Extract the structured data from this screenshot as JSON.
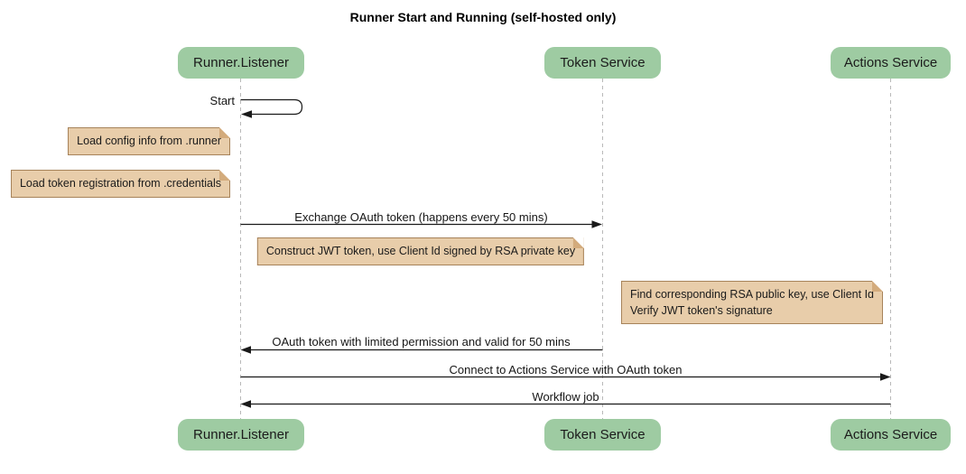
{
  "title": "Runner Start and Running (self-hosted only)",
  "participants": [
    {
      "label": "Runner.Listener"
    },
    {
      "label": "Token Service"
    },
    {
      "label": "Actions Service"
    }
  ],
  "messages": [
    {
      "label": "Start",
      "from": "Runner.Listener",
      "to": "Runner.Listener",
      "kind": "self"
    },
    {
      "label": "Exchange OAuth token (happens every 50 mins)",
      "from": "Runner.Listener",
      "to": "Token Service",
      "kind": "solid"
    },
    {
      "label": "OAuth token with limited permission and valid for 50 mins",
      "from": "Token Service",
      "to": "Runner.Listener",
      "kind": "solid"
    },
    {
      "label": "Connect to Actions Service with OAuth token",
      "from": "Runner.Listener",
      "to": "Actions Service",
      "kind": "solid"
    },
    {
      "label": "Workflow job",
      "from": "Actions Service",
      "to": "Runner.Listener",
      "kind": "solid"
    }
  ],
  "notes": [
    {
      "text": "Load config info from .runner",
      "position": "left of Runner.Listener"
    },
    {
      "text": "Load token registration from .credentials",
      "position": "left of Runner.Listener"
    },
    {
      "text": "Construct JWT token, use Client Id signed by RSA private key",
      "position": "between Runner.Listener and Token Service"
    },
    {
      "text": "Find corresponding RSA public key, use Client Id\nVerify JWT token's signature",
      "position": "left of Actions Service"
    }
  ],
  "colors": {
    "background": "#ffffff",
    "participant-fill": "#9ecba2",
    "note-fill": "#e8cdaa",
    "note-border": "#a7835a",
    "note-fold": "#d3ab7c",
    "lifeline": "#b9b9b9",
    "line": "#1a1a1a",
    "text": "#111111"
  }
}
